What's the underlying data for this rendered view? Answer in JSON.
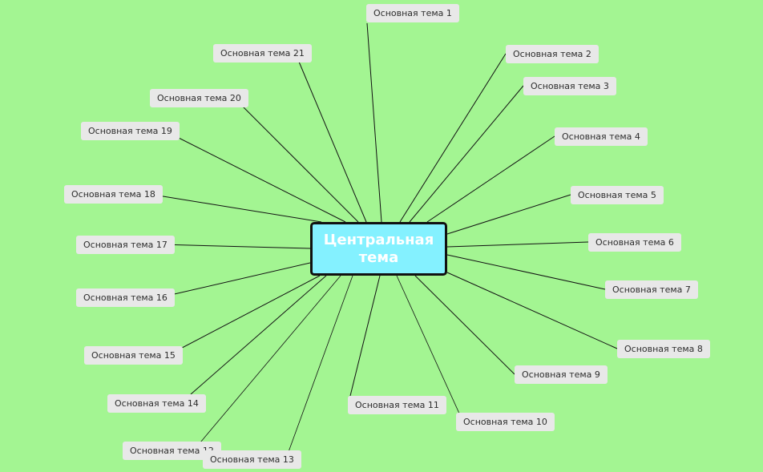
{
  "central": {
    "label": "Центральная тема"
  },
  "topics": [
    "Основная тема 1",
    "Основная тема 2",
    "Основная тема 3",
    "Основная тема 4",
    "Основная тема 5",
    "Основная тема 6",
    "Основная тема 7",
    "Основная тема 8",
    "Основная тема 9",
    "Основная тема 10",
    "Основная тема 11",
    "Основная тема 12",
    "Основная тема 13",
    "Основная тема 14",
    "Основная тема 15",
    "Основная тема 16",
    "Основная тема 17",
    "Основная тема 18",
    "Основная тема 19",
    "Основная тема 20",
    "Основная тема 21"
  ],
  "colors": {
    "background": "#a3f592",
    "central_fill": "#84f1ff",
    "central_border": "#111111",
    "topic_fill": "#e8e8e8",
    "link": "#111111"
  }
}
